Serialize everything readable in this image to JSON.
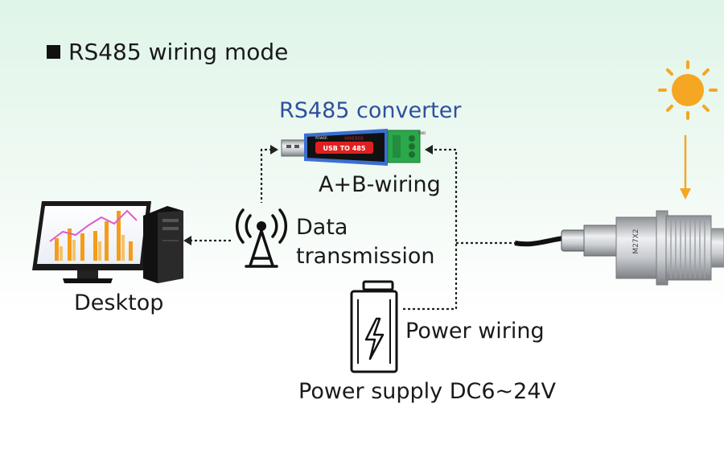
{
  "title": "RS485 wiring mode",
  "converter": {
    "label": "RS485 converter",
    "device_text": "USB TO 485",
    "model_text": "H0030S",
    "power_text": "POWER",
    "gnd_text": "GND"
  },
  "labels": {
    "wiring": "A+B-wiring",
    "data_line1": "Data",
    "data_line2": "transmission",
    "desktop": "Desktop",
    "power_wiring": "Power wiring",
    "power_supply": "Power supply DC6~24V"
  },
  "sensor_text": "M27X2",
  "colors": {
    "title_blue": "#2f4f9f",
    "sun_orange": "#f5a623",
    "chart_orange": "#f59c1a",
    "chart_line": "#e05bc7"
  },
  "icons": [
    "sun-icon",
    "antenna-icon",
    "battery-icon",
    "lightning-icon",
    "desktop-icon",
    "sensor-icon",
    "converter-icon"
  ]
}
